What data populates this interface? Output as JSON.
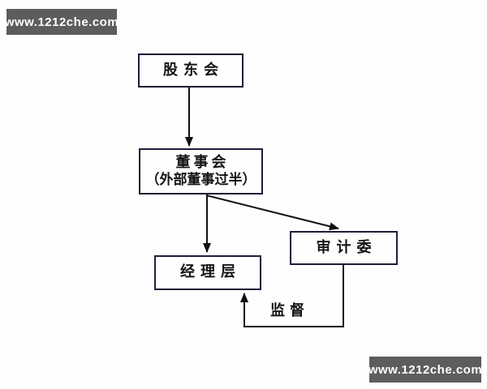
{
  "watermarks": {
    "top_left": "www.1212che.com",
    "bottom_right": "www.1212che.com"
  },
  "diagram": {
    "title": "",
    "nodes": [
      {
        "id": "shareholders",
        "label": "股东会"
      },
      {
        "id": "board",
        "label": "董事会",
        "sublabel": "（外部董事过半）"
      },
      {
        "id": "management",
        "label": "经理层"
      },
      {
        "id": "audit",
        "label": "审计委"
      }
    ],
    "edges": [
      {
        "from": "shareholders",
        "to": "board",
        "label": ""
      },
      {
        "from": "board",
        "to": "management",
        "label": ""
      },
      {
        "from": "board",
        "to": "audit",
        "label": ""
      },
      {
        "from": "audit",
        "to": "management",
        "label": "监督"
      }
    ],
    "colors": {
      "box_border": "#1e1e38",
      "line": "#111111",
      "watermark_bg": "#5d5d5d",
      "watermark_text": "#ffffff",
      "background": "#fefefe"
    }
  }
}
